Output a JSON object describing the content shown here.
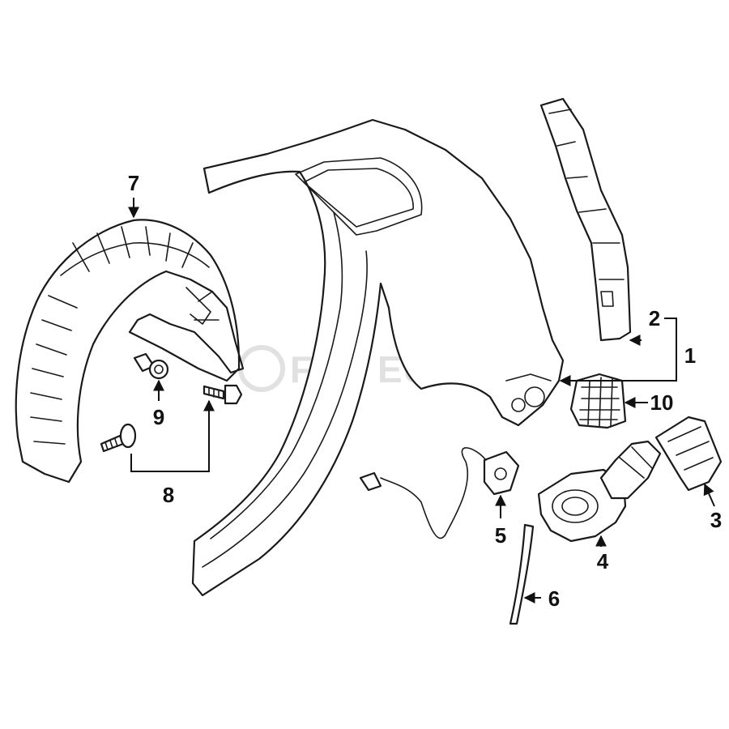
{
  "watermark": {
    "text": "FCP EURO"
  },
  "callouts": [
    {
      "id": "1",
      "label": "1"
    },
    {
      "id": "2",
      "label": "2"
    },
    {
      "id": "3",
      "label": "3"
    },
    {
      "id": "4",
      "label": "4"
    },
    {
      "id": "5",
      "label": "5"
    },
    {
      "id": "6",
      "label": "6"
    },
    {
      "id": "7",
      "label": "7"
    },
    {
      "id": "8",
      "label": "8"
    },
    {
      "id": "9",
      "label": "9"
    },
    {
      "id": "10",
      "label": "10"
    }
  ],
  "colors": {
    "line": "#1a1a1a",
    "background": "#ffffff",
    "watermark": "#c9c9c9"
  }
}
